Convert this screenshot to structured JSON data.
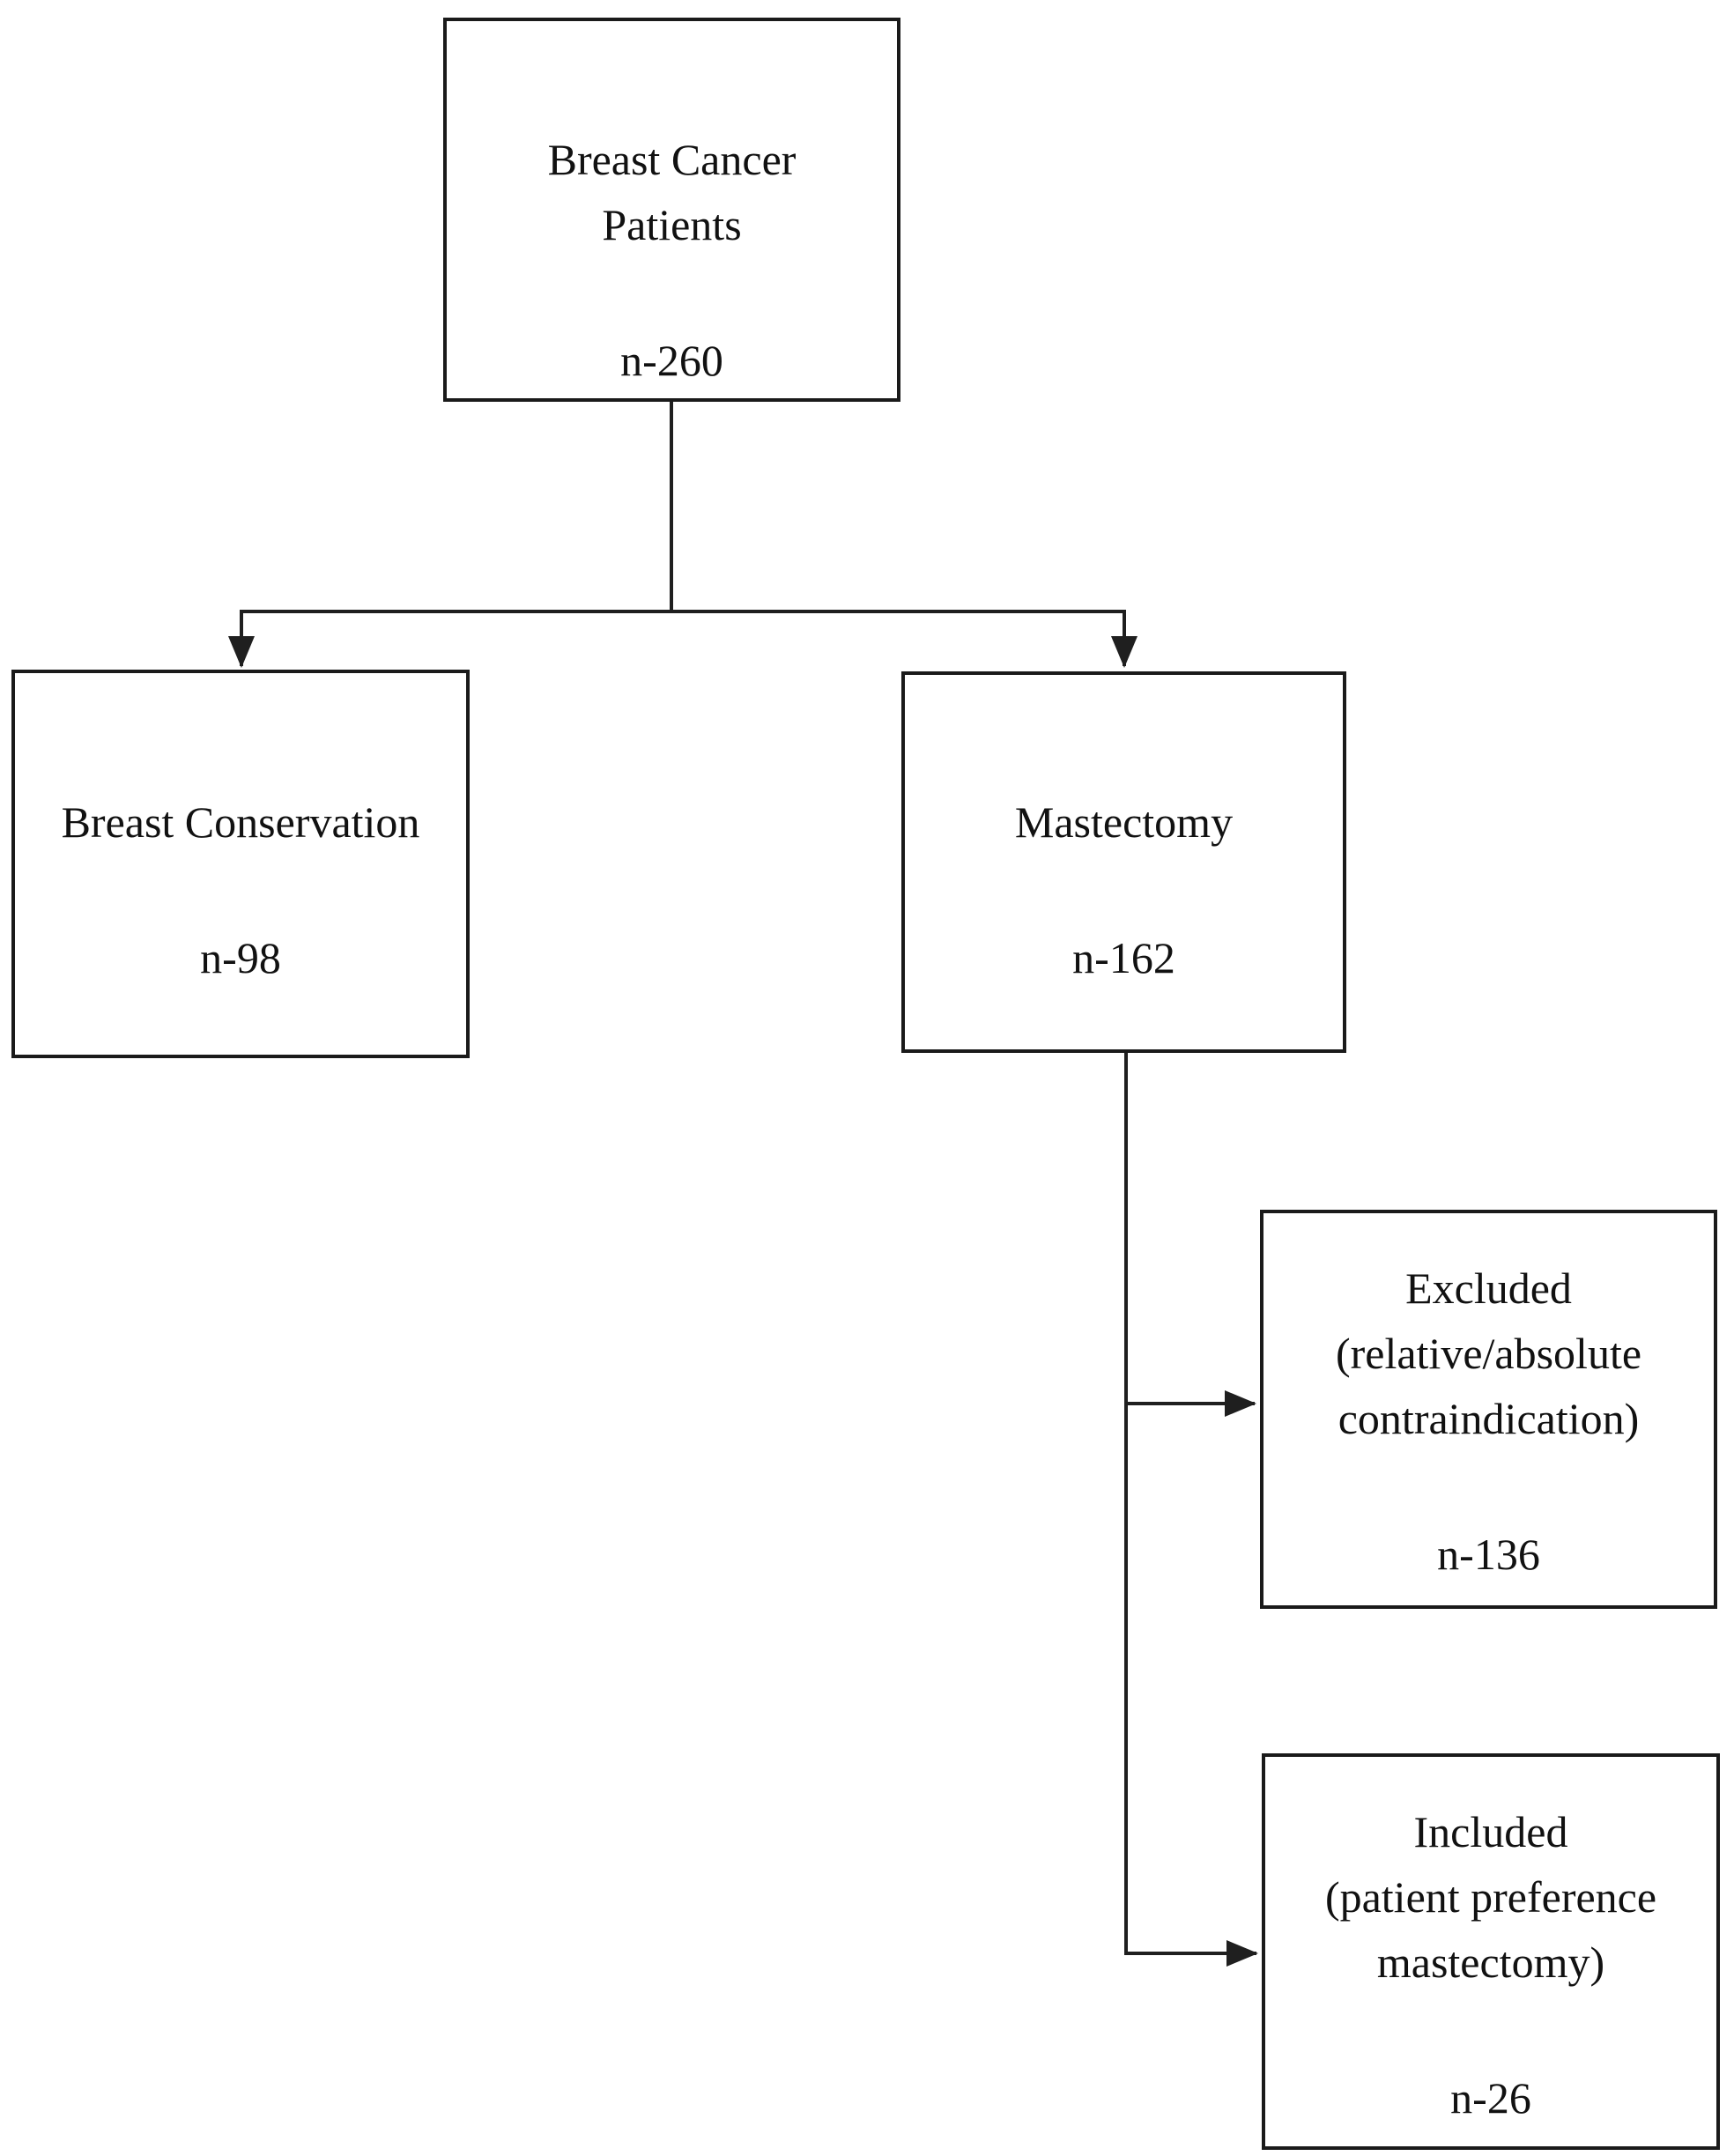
{
  "page": {
    "background": "#ffffff"
  },
  "diagram": {
    "type": "flowchart",
    "colors": {
      "box_border": "#1a1a1a",
      "connector": "#1f1f1f",
      "text": "#111111"
    },
    "nodes": {
      "root": {
        "lines": [
          "Breast Cancer",
          "Patients"
        ],
        "n": "n-260"
      },
      "breast_conservation": {
        "lines": [
          "Breast Conservation"
        ],
        "n": "n-98"
      },
      "mastectomy": {
        "lines": [
          "Mastectomy"
        ],
        "n": "n-162"
      },
      "excluded": {
        "lines": [
          "Excluded",
          "(relative/absolute",
          "contraindication)"
        ],
        "n": "n-136"
      },
      "included": {
        "lines": [
          "Included",
          "(patient preference",
          "mastectomy)"
        ],
        "n": "n-26"
      }
    },
    "edges": [
      {
        "from": "root",
        "to": "breast_conservation"
      },
      {
        "from": "root",
        "to": "mastectomy"
      },
      {
        "from": "mastectomy",
        "to": "excluded"
      },
      {
        "from": "mastectomy",
        "to": "included"
      }
    ]
  }
}
